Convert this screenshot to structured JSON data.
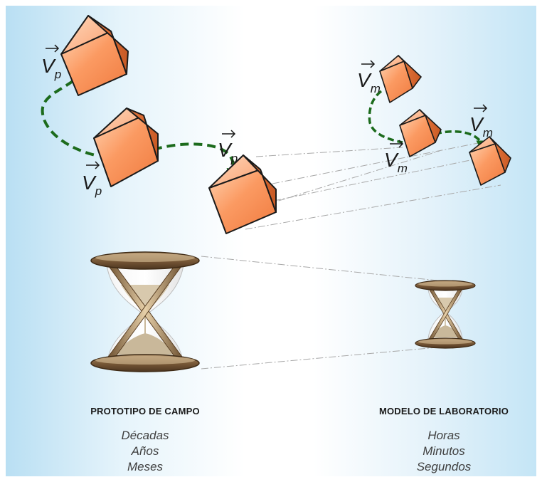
{
  "vectors": {
    "prototype_symbol": "V",
    "prototype_subscript": "p",
    "model_symbol": "V",
    "model_subscript": "m"
  },
  "prototype": {
    "title": "PROTOTIPO DE CAMPO",
    "times": [
      "Décadas",
      "Años",
      "Meses"
    ]
  },
  "model": {
    "title": "MODELO DE LABORATORIO",
    "times": [
      "Horas",
      "Minutos",
      "Segundos"
    ]
  },
  "colors": {
    "cube_face": "#f8945e",
    "cube_edge": "#1a1a1a",
    "trajectory": "#1c6b1c",
    "hourglass_wood": "#8a6a45",
    "sand": "#c9b89a"
  }
}
